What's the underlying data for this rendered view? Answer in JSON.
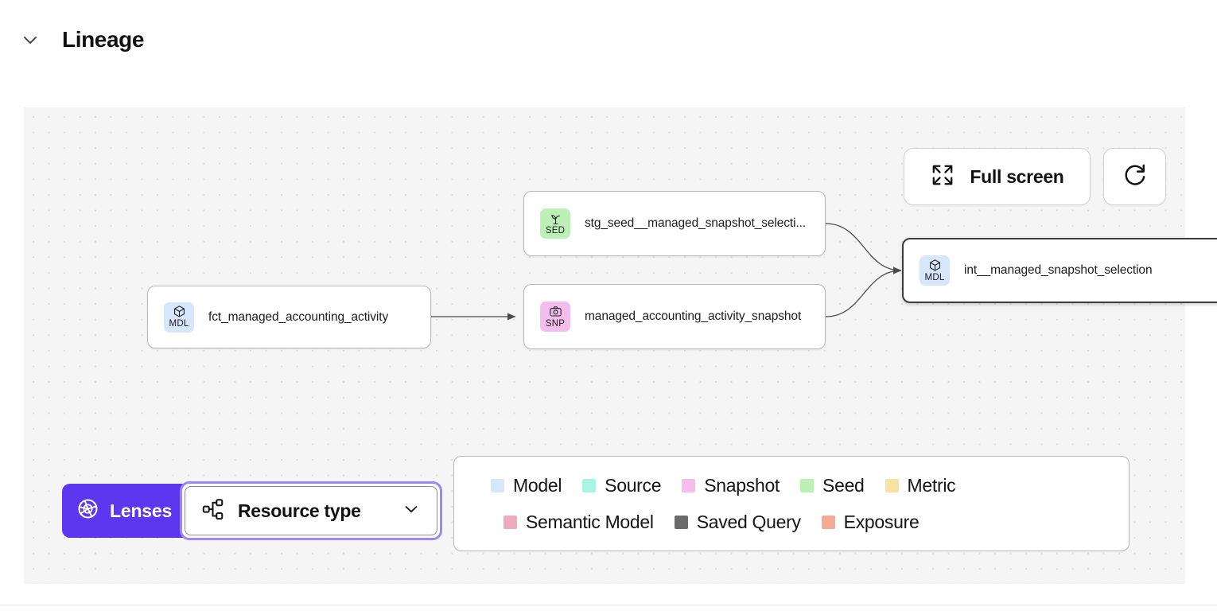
{
  "section": {
    "title": "Lineage",
    "collapse_icon": "chevron-down-icon",
    "expanded": true
  },
  "canvas_actions": {
    "fullscreen": {
      "label": "Full screen",
      "icon": "expand-arrows-icon"
    },
    "refresh": {
      "label": "",
      "icon": "refresh-icon"
    }
  },
  "graph": {
    "nodes": [
      {
        "id": "fct_managed_accounting_activity",
        "label": "fct_managed_accounting_activity",
        "type": "Model",
        "abbr": "MDL",
        "icon": "cube-icon",
        "badge_color": "#d7e7fb",
        "selected": false
      },
      {
        "id": "stg_seed__managed_snapshot_selection",
        "label": "stg_seed__managed_snapshot_selecti...",
        "type": "Seed",
        "abbr": "SED",
        "icon": "sprout-icon",
        "badge_color": "#bdf0b6",
        "selected": false
      },
      {
        "id": "managed_accounting_activity_snapshot",
        "label": "managed_accounting_activity_snapshot",
        "type": "Snapshot",
        "abbr": "SNP",
        "icon": "camera-icon",
        "badge_color": "#f3bdee",
        "selected": false
      },
      {
        "id": "int__managed_snapshot_selection",
        "label": "int__managed_snapshot_selection",
        "type": "Model",
        "abbr": "MDL",
        "icon": "cube-icon",
        "badge_color": "#d7e7fb",
        "selected": true
      }
    ],
    "edges": [
      {
        "from": "fct_managed_accounting_activity",
        "to": "managed_accounting_activity_snapshot"
      },
      {
        "from": "stg_seed__managed_snapshot_selection",
        "to": "int__managed_snapshot_selection"
      },
      {
        "from": "managed_accounting_activity_snapshot",
        "to": "int__managed_snapshot_selection"
      }
    ]
  },
  "controls": {
    "lenses": {
      "label": "Lenses",
      "icon": "aperture-icon",
      "color": "#5b37ef"
    },
    "resource_type": {
      "label": "Resource type",
      "icon": "node-tree-icon",
      "chevron": "chevron-down-icon",
      "focused": true
    }
  },
  "legend": {
    "row_1": [
      {
        "label": "Model",
        "color": "#d7e7fb"
      },
      {
        "label": "Source",
        "color": "#a9f5e4"
      },
      {
        "label": "Snapshot",
        "color": "#f3bdee"
      },
      {
        "label": "Seed",
        "color": "#bdf0b6"
      },
      {
        "label": "Metric",
        "color": "#f7e3a1"
      }
    ],
    "row_2": [
      {
        "label": "Semantic Model",
        "color": "#eeabbd"
      },
      {
        "label": "Saved Query",
        "color": "#6b6b6b"
      },
      {
        "label": "Exposure",
        "color": "#f3ab94"
      }
    ]
  }
}
